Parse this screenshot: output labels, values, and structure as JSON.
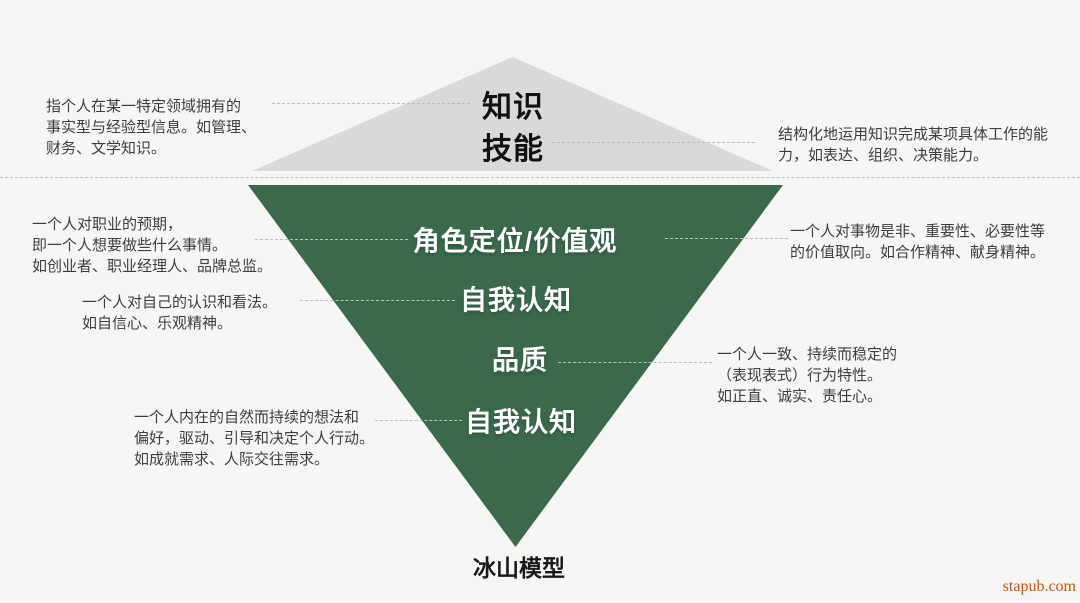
{
  "diagram": {
    "title": "冰山模型",
    "watermark": "stapub.com",
    "colors": {
      "background": "#f6f6f5",
      "above_water_fill": "#d9d9d9",
      "below_water_fill": "#3a694b",
      "above_label_color": "#111111",
      "below_label_color": "#ffffff",
      "annotation_text_color": "#3d3d3d",
      "leader_line_color": "#bdbdbd",
      "watermark_color": "#c85412"
    },
    "above_water": {
      "layers": [
        {
          "label": "知识",
          "annotation_side": "left",
          "annotation": "指个人在某一特定领域拥有的\n事实型与经验型信息。如管理、\n财务、文学知识。"
        },
        {
          "label": "技能",
          "annotation_side": "right",
          "annotation": "结构化地运用知识完成某项具体工作的能\n力，如表达、组织、决策能力。"
        }
      ]
    },
    "below_water": {
      "layers": [
        {
          "label": "角色定位/价值观",
          "annotation_left": "一个人对职业的预期，\n即一个人想要做些什么事情。\n如创业者、职业经理人、品牌总监。",
          "annotation_right": "一个人对事物是非、重要性、必要性等\n的价值取向。如合作精神、献身精神。"
        },
        {
          "label": "自我认知",
          "annotation_left": "一个人对自己的认识和看法。\n如自信心、乐观精神。"
        },
        {
          "label": "品质",
          "annotation_right": "一个人一致、持续而稳定的\n（表现表式）行为特性。\n如正直、诚实、责任心。"
        },
        {
          "label": "自我认知",
          "annotation_left": "一个人内在的自然而持续的想法和\n偏好，驱动、引导和决定个人行动。\n如成就需求、人际交往需求。"
        }
      ]
    }
  }
}
